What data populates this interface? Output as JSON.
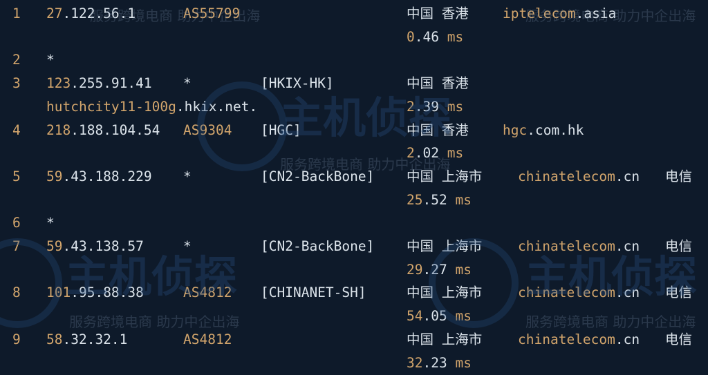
{
  "colors": {
    "background": "#0e1a2a",
    "highlight": "#d2a56c",
    "text": "#dbe3ea"
  },
  "watermark": {
    "brand": "主机侦探",
    "slogan": "服务跨境电商 助力中企出海"
  },
  "hops": [
    {
      "hop": "1",
      "ip": [
        {
          "t": "27",
          "c": "g"
        },
        {
          "t": ".122.56.1",
          "c": "w"
        }
      ],
      "asn": [
        {
          "t": "AS55799",
          "c": "g"
        }
      ],
      "tag": [],
      "geo": [
        {
          "t": "中国 香港",
          "c": "w"
        }
      ],
      "domain": [
        {
          "t": "iptelecom",
          "c": "g"
        },
        {
          "t": ".asia",
          "c": "w"
        }
      ],
      "domain_col": "a",
      "isp": [],
      "host": [],
      "latency": [
        {
          "t": "0",
          "c": "g"
        },
        {
          "t": ".46 ",
          "c": "w"
        },
        {
          "t": "ms",
          "c": "g"
        }
      ]
    },
    {
      "hop": "2",
      "ip": [
        {
          "t": "*",
          "c": "w"
        }
      ],
      "asn": [],
      "tag": [],
      "geo": [],
      "domain": [],
      "isp": [],
      "host": [],
      "latency": []
    },
    {
      "hop": "3",
      "ip": [
        {
          "t": "123",
          "c": "g"
        },
        {
          "t": ".255.91.41",
          "c": "w"
        }
      ],
      "asn": [
        {
          "t": "*",
          "c": "w"
        }
      ],
      "tag": [
        {
          "t": "[HKIX-HK]",
          "c": "w"
        }
      ],
      "geo": [
        {
          "t": "中国 香港",
          "c": "w"
        }
      ],
      "domain": [],
      "isp": [],
      "host": [
        {
          "t": "hutchcity11-100g",
          "c": "g"
        },
        {
          "t": ".hkix.net.",
          "c": "w"
        }
      ],
      "latency": [
        {
          "t": "2",
          "c": "g"
        },
        {
          "t": ".39 ",
          "c": "w"
        },
        {
          "t": "ms",
          "c": "g"
        }
      ]
    },
    {
      "hop": "4",
      "ip": [
        {
          "t": "218",
          "c": "g"
        },
        {
          "t": ".188.104.54",
          "c": "w"
        }
      ],
      "asn": [
        {
          "t": "AS9304",
          "c": "g"
        }
      ],
      "tag": [
        {
          "t": "[HGC]",
          "c": "w"
        }
      ],
      "geo": [
        {
          "t": "中国 香港",
          "c": "w"
        }
      ],
      "domain": [
        {
          "t": "hgc",
          "c": "g"
        },
        {
          "t": ".com.hk",
          "c": "w"
        }
      ],
      "domain_col": "a",
      "isp": [],
      "host": [],
      "latency": [
        {
          "t": "2",
          "c": "g"
        },
        {
          "t": ".02 ",
          "c": "w"
        },
        {
          "t": "ms",
          "c": "g"
        }
      ]
    },
    {
      "hop": "5",
      "ip": [
        {
          "t": "59",
          "c": "g"
        },
        {
          "t": ".43.188.229",
          "c": "w"
        }
      ],
      "asn": [
        {
          "t": "*",
          "c": "w"
        }
      ],
      "tag": [
        {
          "t": "[CN2-BackBone]",
          "c": "w"
        }
      ],
      "geo": [
        {
          "t": "中国 上海市",
          "c": "w"
        }
      ],
      "domain": [
        {
          "t": "chinatelecom",
          "c": "g"
        },
        {
          "t": ".cn",
          "c": "w"
        }
      ],
      "domain_col": "b",
      "isp": [
        {
          "t": "电信",
          "c": "w"
        }
      ],
      "host": [],
      "latency": [
        {
          "t": "25",
          "c": "g"
        },
        {
          "t": ".52 ",
          "c": "w"
        },
        {
          "t": "ms",
          "c": "g"
        }
      ]
    },
    {
      "hop": "6",
      "ip": [
        {
          "t": "*",
          "c": "w"
        }
      ],
      "asn": [],
      "tag": [],
      "geo": [],
      "domain": [],
      "isp": [],
      "host": [],
      "latency": []
    },
    {
      "hop": "7",
      "ip": [
        {
          "t": "59",
          "c": "g"
        },
        {
          "t": ".43.138.57",
          "c": "w"
        }
      ],
      "asn": [
        {
          "t": "*",
          "c": "w"
        }
      ],
      "tag": [
        {
          "t": "[CN2-BackBone]",
          "c": "w"
        }
      ],
      "geo": [
        {
          "t": "中国 上海市",
          "c": "w"
        }
      ],
      "domain": [
        {
          "t": "chinatelecom",
          "c": "g"
        },
        {
          "t": ".cn",
          "c": "w"
        }
      ],
      "domain_col": "b",
      "isp": [
        {
          "t": "电信",
          "c": "w"
        }
      ],
      "host": [],
      "latency": [
        {
          "t": "29",
          "c": "g"
        },
        {
          "t": ".27 ",
          "c": "w"
        },
        {
          "t": "ms",
          "c": "g"
        }
      ]
    },
    {
      "hop": "8",
      "ip": [
        {
          "t": "101",
          "c": "g"
        },
        {
          "t": ".95.88.38",
          "c": "w"
        }
      ],
      "asn": [
        {
          "t": "AS4812",
          "c": "g"
        }
      ],
      "tag": [
        {
          "t": "[CHINANET-SH]",
          "c": "w"
        }
      ],
      "geo": [
        {
          "t": "中国 上海市",
          "c": "w"
        }
      ],
      "domain": [
        {
          "t": "chinatelecom",
          "c": "g"
        },
        {
          "t": ".cn",
          "c": "w"
        }
      ],
      "domain_col": "b",
      "isp": [
        {
          "t": "电信",
          "c": "w"
        }
      ],
      "host": [],
      "latency": [
        {
          "t": "54",
          "c": "g"
        },
        {
          "t": ".05 ",
          "c": "w"
        },
        {
          "t": "ms",
          "c": "g"
        }
      ]
    },
    {
      "hop": "9",
      "ip": [
        {
          "t": "58",
          "c": "g"
        },
        {
          "t": ".32.32.1",
          "c": "w"
        }
      ],
      "asn": [
        {
          "t": "AS4812",
          "c": "g"
        }
      ],
      "tag": [],
      "geo": [
        {
          "t": "中国 上海市",
          "c": "w"
        }
      ],
      "domain": [
        {
          "t": "chinatelecom",
          "c": "g"
        },
        {
          "t": ".cn",
          "c": "w"
        }
      ],
      "domain_col": "b",
      "isp": [
        {
          "t": "电信",
          "c": "w"
        }
      ],
      "host": [],
      "latency": [
        {
          "t": "32",
          "c": "g"
        },
        {
          "t": ".23 ",
          "c": "w"
        },
        {
          "t": "ms",
          "c": "g"
        }
      ]
    }
  ]
}
